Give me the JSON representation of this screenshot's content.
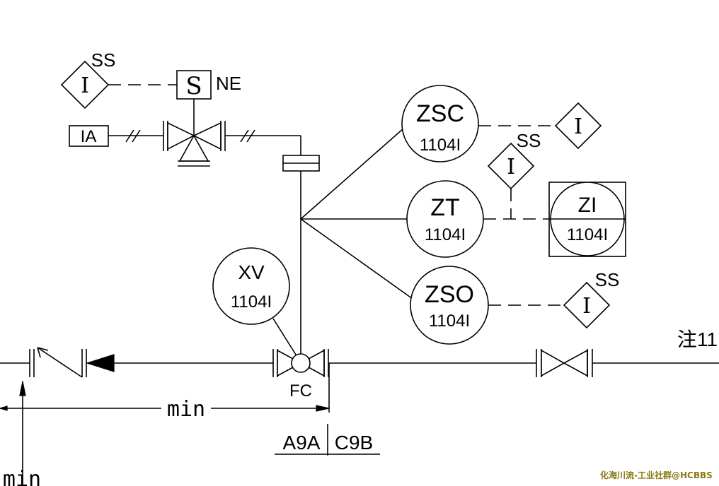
{
  "colors": {
    "line": "#000000",
    "background": "#ffffff",
    "watermark": "#8a7a10"
  },
  "solenoid": {
    "symbol": "S",
    "fail_action": "NE"
  },
  "air_supply": {
    "label": "IA"
  },
  "interlocks": {
    "solenoid": {
      "symbol": "I",
      "tag": "SS"
    },
    "zsc": {
      "symbol": "I"
    },
    "zt": {
      "symbol": "I",
      "tag": "SS"
    },
    "zso": {
      "symbol": "I",
      "tag": "SS"
    }
  },
  "instruments": {
    "zsc": {
      "function": "ZSC",
      "loop": "1104I"
    },
    "zt": {
      "function": "ZT",
      "loop": "1104I"
    },
    "zi": {
      "function": "ZI",
      "loop": "1104I"
    },
    "zso": {
      "function": "ZSO",
      "loop": "1104I"
    },
    "xv": {
      "function": "XV",
      "loop": "1104I"
    }
  },
  "control_valve": {
    "fail_position": "FC"
  },
  "note": "注11",
  "dimensions": {
    "horizontal": "min",
    "vertical": "min"
  },
  "spec_break": {
    "left": "A9A",
    "right": "C9B"
  },
  "watermark": "化海川流-工业社群@HCBBS"
}
